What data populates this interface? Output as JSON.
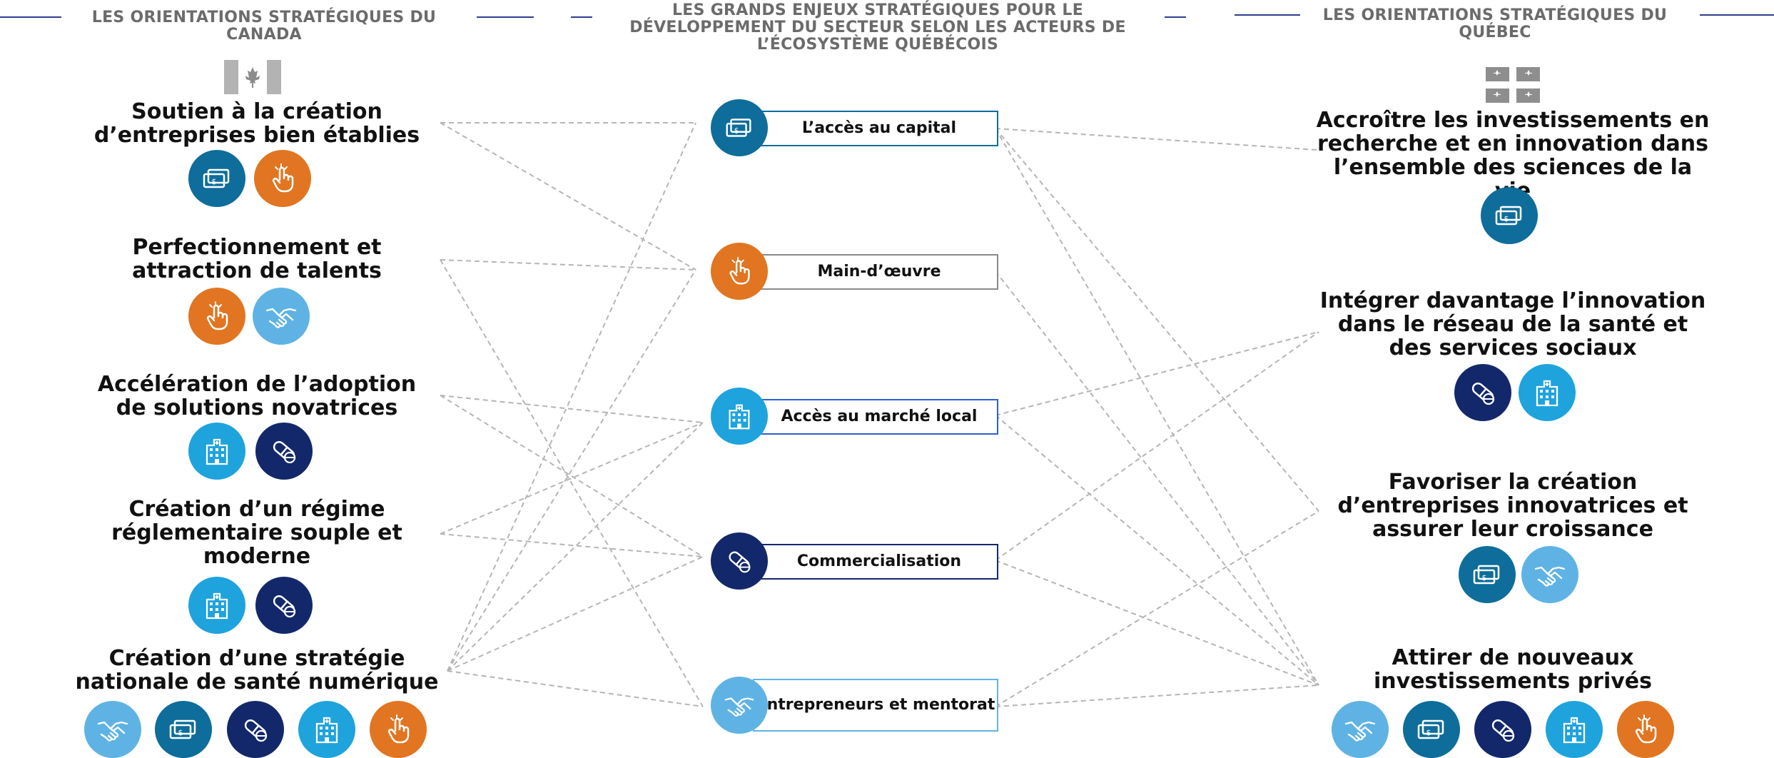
{
  "headers": {
    "left": "LES ORIENTATIONS STRATÉGIQUES DU CANADA",
    "center": "LES GRANDS ENJEUX STRATÉGIQUES POUR LE DÉVELOPPEMENT DU SECTEUR SELON LES ACTEURS DE L’ÉCOSYSTÈME QUÉBÉCOIS",
    "right": "LES ORIENTATIONS STRATÉGIQUES DU QUÉBEC"
  },
  "canada": [
    {
      "title": "Soutien à la création d’entreprises bien établies",
      "icons": [
        "money-icon",
        "hand-pointer-icon"
      ]
    },
    {
      "title": "Perfectionnement et attraction de talents",
      "icons": [
        "hand-pointer-icon",
        "handshake-icon"
      ]
    },
    {
      "title": "Accélération de l’adoption de solutions novatrices",
      "icons": [
        "hospital-icon",
        "pill-icon"
      ]
    },
    {
      "title": "Création d’un régime réglementaire souple et moderne",
      "icons": [
        "hospital-icon",
        "pill-icon"
      ]
    },
    {
      "title": "Création d’une stratégie nationale de santé numérique",
      "icons": [
        "handshake-icon",
        "money-icon",
        "pill-icon",
        "hospital-icon",
        "hand-pointer-icon"
      ]
    }
  ],
  "issues": [
    {
      "label": "L’accès au capital",
      "icon": "money-icon",
      "color": "#0e6d9b"
    },
    {
      "label": "Main-d’œuvre",
      "icon": "hand-pointer-icon",
      "color": "#e17521"
    },
    {
      "label": "Accès au marché local",
      "icon": "hospital-icon",
      "color": "#1ea3dd"
    },
    {
      "label": "Commercialisation",
      "icon": "pill-icon",
      "color": "#13286b"
    },
    {
      "label": "Entrepreneurs et mentorat",
      "icon": "handshake-icon",
      "color": "#5fb3e4"
    }
  ],
  "quebec": [
    {
      "title": "Accroître les investissements en recherche et en innovation dans l’ensemble des sciences de la vie",
      "icons": [
        "money-icon"
      ]
    },
    {
      "title": "Intégrer davantage l’innovation dans le réseau de la santé et des services sociaux",
      "icons": [
        "pill-icon",
        "hospital-icon"
      ]
    },
    {
      "title": "Favoriser la création d’entreprises innovatrices et assurer leur croissance",
      "icons": [
        "money-icon",
        "handshake-icon"
      ]
    },
    {
      "title": "Attirer de nouveaux investissements privés",
      "icons": [
        "handshake-icon",
        "money-icon",
        "pill-icon",
        "hospital-icon",
        "hand-pointer-icon"
      ]
    }
  ],
  "colors": {
    "money-icon": "#0e6d9b",
    "hand-pointer-icon": "#e17521",
    "handshake-icon": "#5fb3e4",
    "hospital-icon": "#1ea3dd",
    "pill-icon": "#13286b",
    "header-rule": "#2f3d8f",
    "connector": "#b5b5b5"
  }
}
